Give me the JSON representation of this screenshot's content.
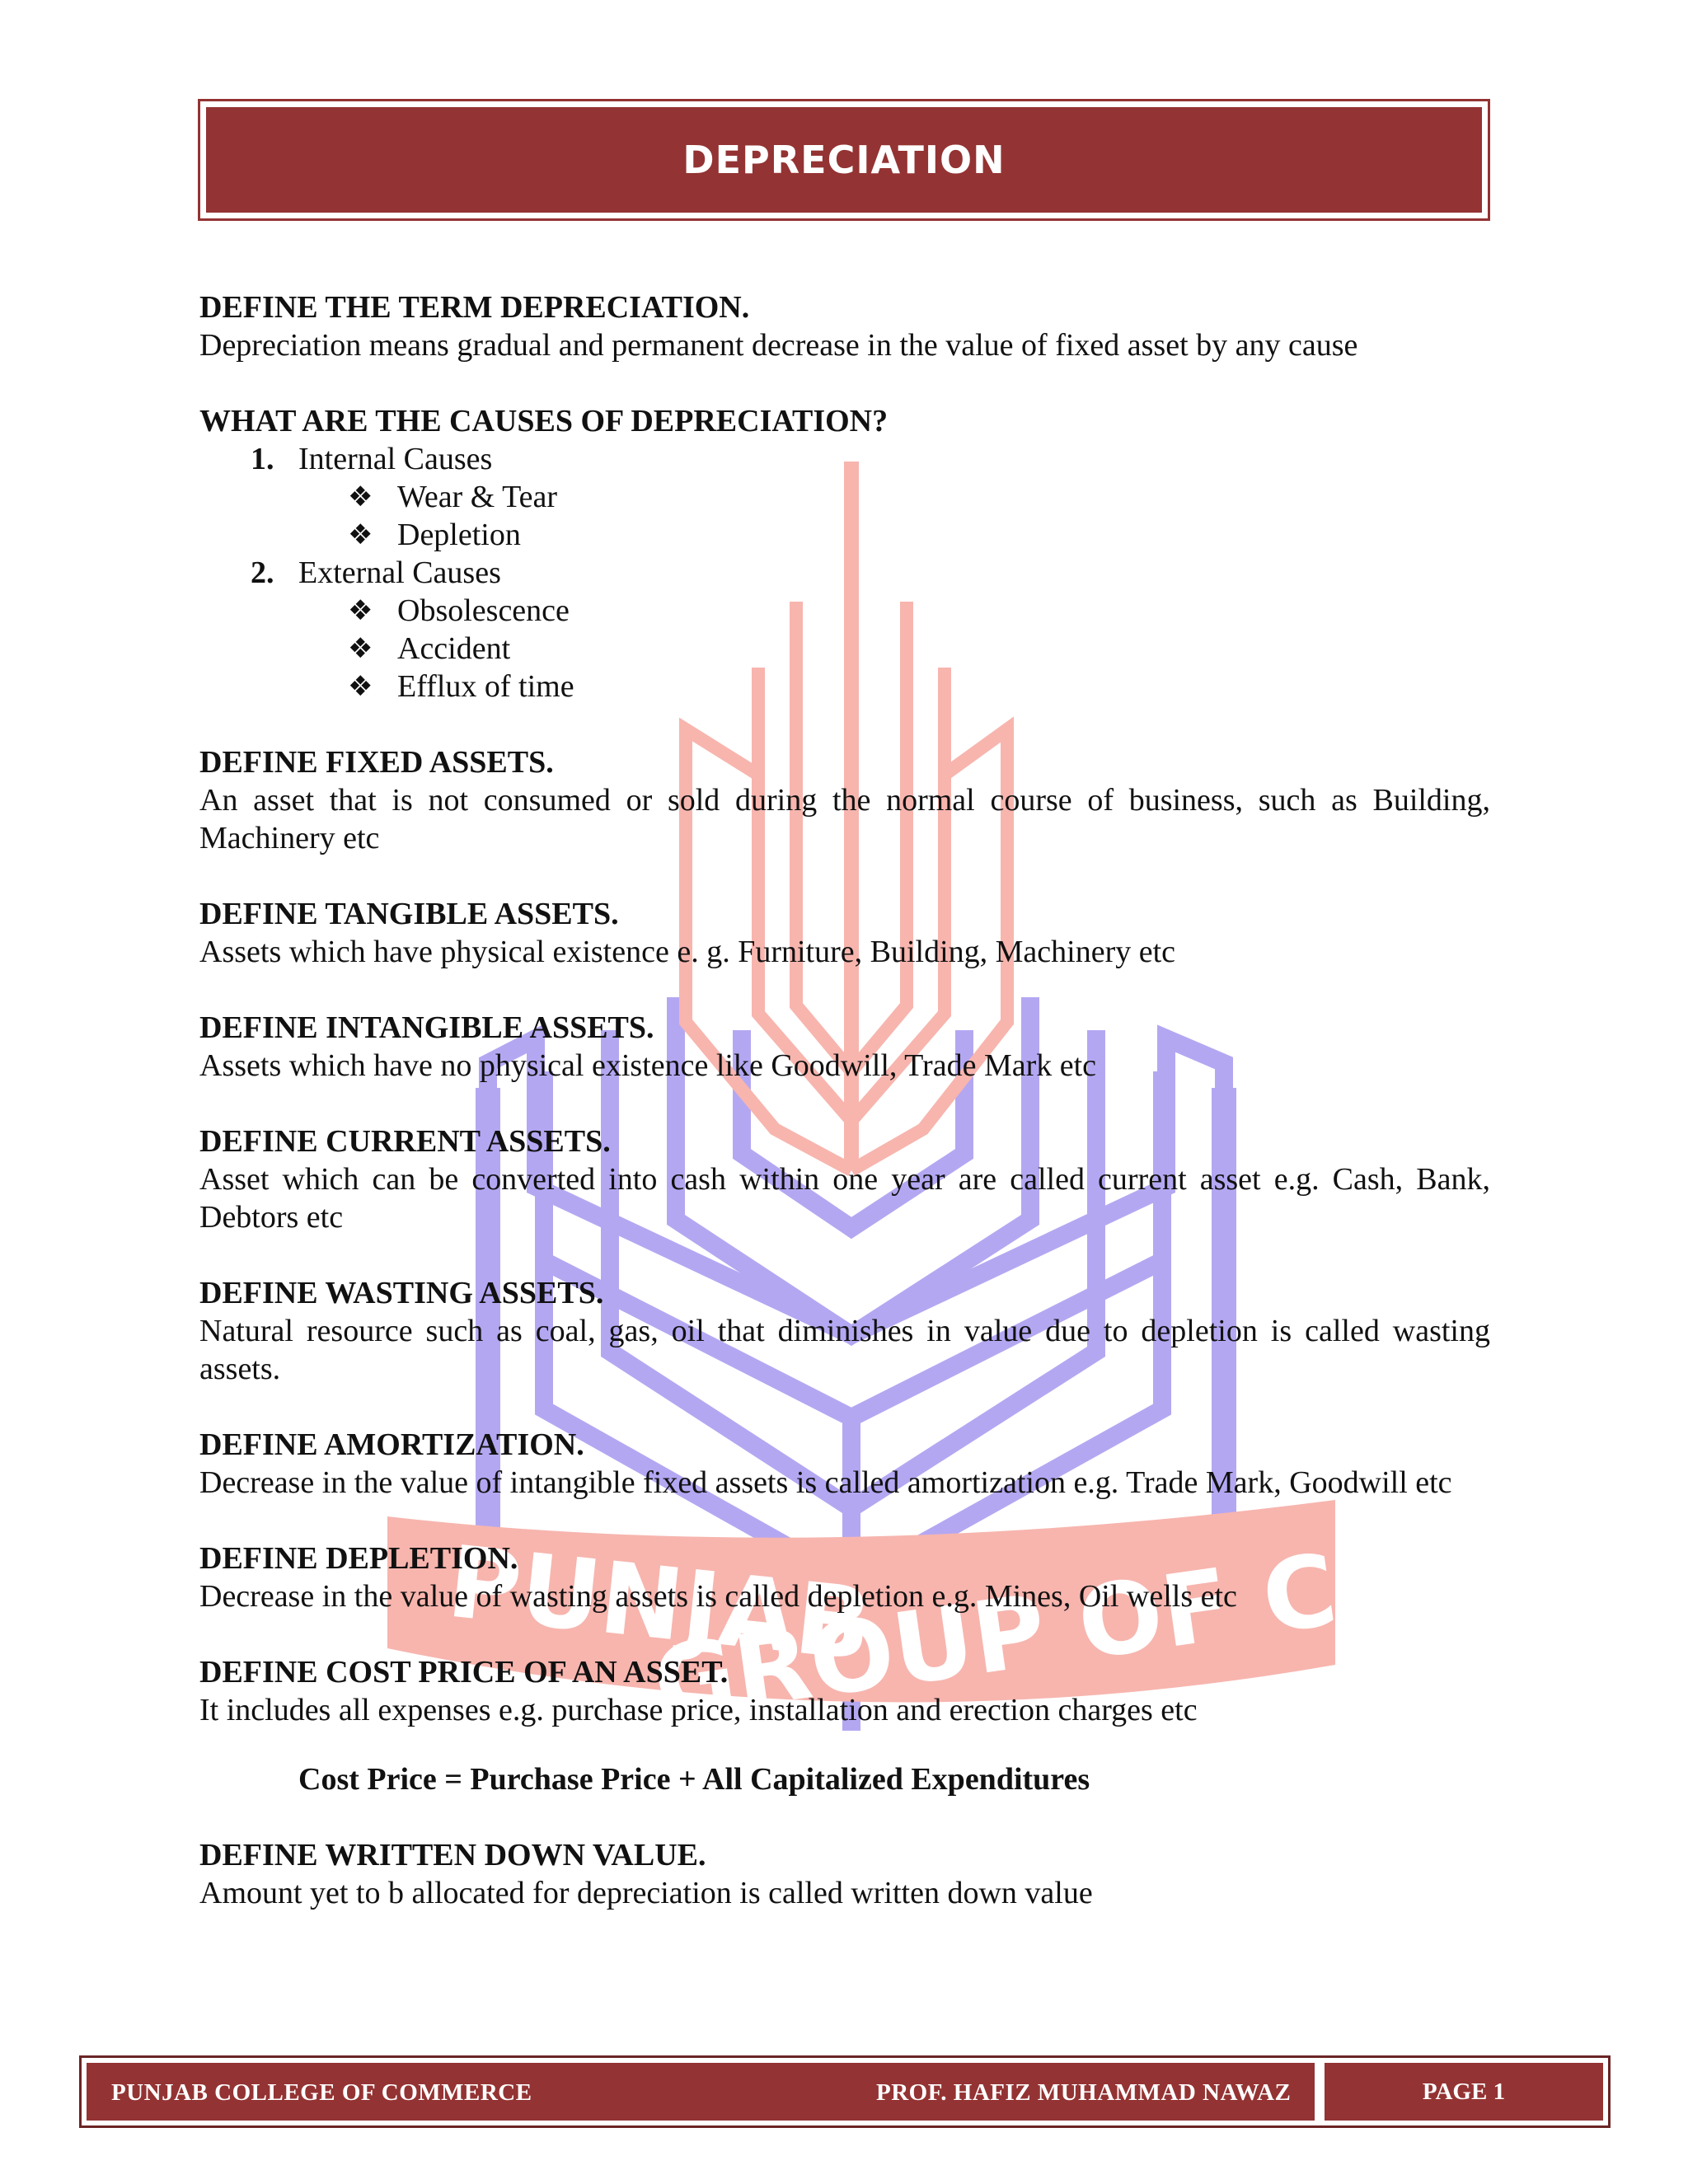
{
  "title": "DEPRECIATION",
  "sections": [
    {
      "heading": "DEFINE THE TERM DEPRECIATION.",
      "text": "Depreciation means gradual and permanent decrease in the value of fixed asset by any cause"
    },
    {
      "heading": "WHAT ARE THE CAUSES OF DEPRECIATION?",
      "list": [
        {
          "num": "1.",
          "label": "Internal Causes",
          "items": [
            "Wear & Tear",
            "Depletion"
          ]
        },
        {
          "num": "2.",
          "label": "External Causes",
          "items": [
            "Obsolescence",
            "Accident",
            "Efflux of time"
          ]
        }
      ]
    },
    {
      "heading": "DEFINE FIXED ASSETS.",
      "text": "An asset that is not consumed or sold during the normal course of business, such as Building, Machinery etc"
    },
    {
      "heading": "DEFINE TANGIBLE ASSETS.",
      "text": "Assets which have physical existence e. g. Furniture, Building, Machinery etc"
    },
    {
      "heading": "DEFINE INTANGIBLE ASSETS.",
      "text": "Assets which have no physical existence like Goodwill, Trade Mark etc"
    },
    {
      "heading": "DEFINE CURRENT ASSETS.",
      "text": "Asset which can be converted into cash within one year are called current asset e.g. Cash, Bank, Debtors etc"
    },
    {
      "heading": "DEFINE WASTING ASSETS.",
      "text": "Natural resource such as coal, gas, oil that diminishes in value due to depletion is called wasting assets."
    },
    {
      "heading": "DEFINE AMORTIZATION.",
      "text": "Decrease in the value of intangible fixed assets is called amortization e.g. Trade Mark, Goodwill etc"
    },
    {
      "heading": "DEFINE DEPLETION.",
      "text": "Decrease in the value of wasting assets is called depletion e.g. Mines, Oil wells etc"
    },
    {
      "heading": "DEFINE COST PRICE OF AN ASSET.",
      "text": "It includes all expenses e.g. purchase price, installation and erection charges etc",
      "formula": "Cost Price = Purchase Price + All Capitalized Expenditures"
    },
    {
      "heading": "DEFINE WRITTEN DOWN VALUE.",
      "text": "Amount yet to b allocated for depreciation is called written down value"
    }
  ],
  "watermark": {
    "top_text": "PUNJAB",
    "bottom_text": "GROUP OF COLLEGES",
    "colors": {
      "red": "#f7b5ae",
      "blue": "#b4a7f2"
    }
  },
  "footer": {
    "left": "PUNJAB COLLEGE OF COMMERCE",
    "center": "PROF. HAFIZ MUHAMMAD NAWAZ",
    "right": "PAGE 1"
  },
  "colors": {
    "accent": "#943333"
  }
}
